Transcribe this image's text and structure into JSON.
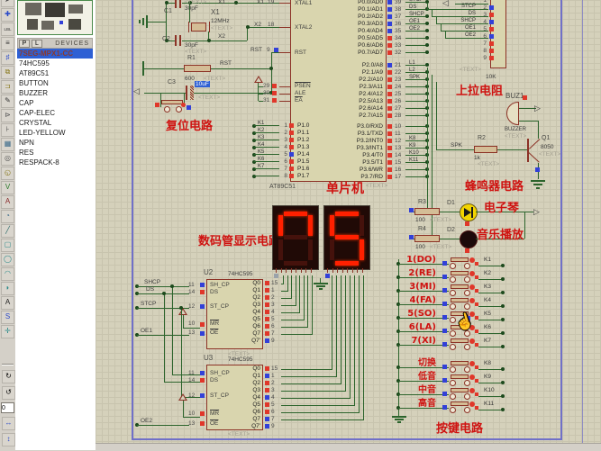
{
  "colors": {
    "wire": "#2c642c",
    "sheet_border": "#7070c8",
    "chip_fill": "#d9d5ae",
    "chip_border": "#8c3226",
    "red_label": "#cf1210",
    "selection": "#2e60d4",
    "lit_segment": "#ff2000",
    "dim_segment": "#45120c",
    "state_high": "#e0372a",
    "state_low": "#3240d8"
  },
  "text_placeholder": "<TEXT>",
  "toolbar": {
    "icons": [
      {
        "name": "selection-pointer-icon",
        "glyph": "➤",
        "color": "#444444"
      },
      {
        "name": "junction-dot-icon",
        "glyph": "✚",
        "color": "#2a49c8"
      },
      {
        "name": "wire-label-icon",
        "glyph": "LBL",
        "color": "#333333"
      },
      {
        "name": "text-script-icon",
        "glyph": "≡",
        "color": "#333333"
      },
      {
        "name": "bus-icon",
        "glyph": "♯",
        "color": "#2a49c8"
      },
      {
        "name": "subcircuit-icon",
        "glyph": "⧉",
        "color": "#8a7a20"
      },
      {
        "name": "component-icon",
        "glyph": "⊐",
        "color": "#8a7a20"
      },
      {
        "name": "instant-edit-icon",
        "glyph": "✎",
        "color": "#333333"
      },
      {
        "name": "terminal-icon",
        "glyph": "⊳",
        "color": "#555555"
      },
      {
        "name": "device-pin-icon",
        "glyph": "⊦",
        "color": "#555555"
      },
      {
        "name": "graph-icon",
        "glyph": "▦",
        "color": "#3a6a8a"
      },
      {
        "name": "tape-recorder-icon",
        "glyph": "◎",
        "color": "#555555"
      },
      {
        "name": "generator-icon",
        "glyph": "◵",
        "color": "#8a7a20"
      },
      {
        "name": "voltage-probe-icon",
        "glyph": "V",
        "color": "#2a7a2a"
      },
      {
        "name": "current-probe-icon",
        "glyph": "A",
        "color": "#8a2a2a"
      },
      {
        "name": "instrument-icon",
        "glyph": "◔",
        "color": "#3a6a8a"
      },
      {
        "name": "line-2d-icon",
        "glyph": "╱",
        "color": "#2a6a6a"
      },
      {
        "name": "box-2d-icon",
        "glyph": "▢",
        "color": "#2a8a8a"
      },
      {
        "name": "circle-2d-icon",
        "glyph": "◯",
        "color": "#2a8a8a"
      },
      {
        "name": "arc-2d-icon",
        "glyph": "◠",
        "color": "#2a8a8a"
      },
      {
        "name": "path-2d-icon",
        "glyph": "◗",
        "color": "#2a8a8a"
      },
      {
        "name": "text-2d-icon",
        "glyph": "A",
        "color": "#222222"
      },
      {
        "name": "symbol-2d-icon",
        "glyph": "S",
        "color": "#2a49c8"
      },
      {
        "name": "marker-2d-icon",
        "glyph": "✛",
        "color": "#2a8a8a"
      }
    ],
    "rotate_cw": "↻",
    "rotate_ccw": "↺",
    "angle_value": "0",
    "mirror_h": "↔",
    "mirror_v": "↕"
  },
  "panel": {
    "p_button": "P",
    "l_button": "L",
    "header": "DEVICES",
    "devices": [
      {
        "label": "7SEG-MPX1-CC",
        "selected": true
      },
      {
        "label": "74HC595"
      },
      {
        "label": "AT89C51"
      },
      {
        "label": "BUTTON"
      },
      {
        "label": "BUZZER"
      },
      {
        "label": "CAP"
      },
      {
        "label": "CAP-ELEC"
      },
      {
        "label": "CRYSTAL"
      },
      {
        "label": "LED-YELLOW"
      },
      {
        "label": "NPN"
      },
      {
        "label": "RES"
      },
      {
        "label": "RESPACK-8"
      }
    ]
  },
  "schematic": {
    "labels": {
      "reset": "复位电路",
      "mcu": "单片机",
      "pullup": "上拉电阻",
      "buzzer": "蜂鸣器电路",
      "epiano": "电子琴",
      "music": "音乐播放",
      "display": "数码管显示电路",
      "keypad": "按键电路"
    },
    "crystal": {
      "c1_ref": "C1",
      "c1_val": "30pF",
      "c2_ref": "C2",
      "c2_val": "30pF",
      "x1_ref": "X1",
      "x1_val": "12MHz",
      "net_x1": "X1",
      "net_x2": "X2"
    },
    "reset": {
      "r1_ref": "R1",
      "r1_val": "600",
      "c3_ref": "C3",
      "c3_val": "10uF",
      "net_rst": "RST"
    },
    "mcu": {
      "ref": "AT89C51",
      "misc_pins": [
        {
          "label": "XTAL1",
          "num": "19",
          "net": "X1"
        },
        {
          "label": "XTAL2",
          "num": "18",
          "net": "X2"
        },
        {
          "label": "RST",
          "num": "9",
          "net": "RST",
          "state": "blue"
        },
        {
          "label": "PSEN",
          "num": "29",
          "state": "red"
        },
        {
          "label": "ALE",
          "num": "30",
          "state": "red"
        },
        {
          "label": "EA",
          "num": "31",
          "state": "red"
        }
      ],
      "p1_pins": [
        {
          "label": "P1.0",
          "num": "1",
          "net": "K1",
          "state": "red"
        },
        {
          "label": "P1.1",
          "num": "2",
          "net": "K2",
          "state": "red"
        },
        {
          "label": "P1.2",
          "num": "3",
          "net": "K3",
          "state": "red"
        },
        {
          "label": "P1.3",
          "num": "4",
          "net": "K4",
          "state": "red"
        },
        {
          "label": "P1.4",
          "num": "5",
          "net": "K5",
          "state": "blue"
        },
        {
          "label": "P1.5",
          "num": "6",
          "net": "K6",
          "state": "red"
        },
        {
          "label": "P1.6",
          "num": "7",
          "net": "K7",
          "state": "red"
        },
        {
          "label": "P1.7",
          "num": "8",
          "state": "red"
        }
      ],
      "p0_pins": [
        {
          "label": "P0.0/AD0",
          "num": "39",
          "net": "STCP",
          "state": "blue"
        },
        {
          "label": "P0.1/AD1",
          "num": "38",
          "net": "DS",
          "state": "blue"
        },
        {
          "label": "P0.2/AD2",
          "num": "37",
          "net": "SHCP",
          "state": "blue"
        },
        {
          "label": "P0.3/AD3",
          "num": "36",
          "net": "OE1",
          "state": "blue"
        },
        {
          "label": "P0.4/AD4",
          "num": "35",
          "net": "OE2",
          "state": "blue"
        },
        {
          "label": "P0.5/AD5",
          "num": "34",
          "state": "red"
        },
        {
          "label": "P0.6/AD6",
          "num": "33",
          "state": "red"
        },
        {
          "label": "P0.7/AD7",
          "num": "32",
          "state": "red"
        }
      ],
      "p2_pins": [
        {
          "label": "P2.0/A8",
          "num": "21",
          "net": "L1",
          "state": "blue"
        },
        {
          "label": "P2.1/A9",
          "num": "22",
          "net": "L2",
          "state": "red"
        },
        {
          "label": "P2.2/A10",
          "num": "23",
          "net": "SPK",
          "state": "red"
        },
        {
          "label": "P2.3/A11",
          "num": "24",
          "state": "red"
        },
        {
          "label": "P2.4/A12",
          "num": "25",
          "state": "red"
        },
        {
          "label": "P2.5/A13",
          "num": "26",
          "state": "red"
        },
        {
          "label": "P2.6/A14",
          "num": "27",
          "state": "red"
        },
        {
          "label": "P2.7/A15",
          "num": "28",
          "state": "red"
        }
      ],
      "p3_pins": [
        {
          "label": "P3.0/RXD",
          "num": "10",
          "state": "red"
        },
        {
          "label": "P3.1/TXD",
          "num": "11",
          "state": "red"
        },
        {
          "label": "P3.2/INT0",
          "num": "12",
          "net": "K8",
          "state": "red"
        },
        {
          "label": "P3.3/INT1",
          "num": "13",
          "net": "K9",
          "state": "red"
        },
        {
          "label": "P3.4/T0",
          "num": "14",
          "net": "K10",
          "state": "red"
        },
        {
          "label": "P3.5/T1",
          "num": "15",
          "net": "K11",
          "state": "red"
        },
        {
          "label": "P3.6/WR",
          "num": "16",
          "state": "red"
        },
        {
          "label": "P3.7/RD",
          "num": "17",
          "state": "red"
        }
      ]
    },
    "rp": {
      "value": "10K",
      "pins": [
        {
          "num": "1"
        },
        {
          "num": "2",
          "net": "STCP",
          "state": "blue"
        },
        {
          "num": "3",
          "net": "DS",
          "state": "red"
        },
        {
          "num": "4",
          "net": "SHCP",
          "state": "blue"
        },
        {
          "num": "5",
          "net": "OE1",
          "state": "red"
        },
        {
          "num": "6",
          "net": "OE2",
          "state": "blue"
        },
        {
          "num": "7",
          "state": "red"
        },
        {
          "num": "8",
          "state": "red"
        },
        {
          "num": "9",
          "state": "red"
        }
      ]
    },
    "buzzer": {
      "ref": "BUZ1",
      "device": "BUZZER"
    },
    "r2": {
      "ref": "R2",
      "val": "1k",
      "net": "SPK"
    },
    "q1": {
      "ref": "Q1",
      "val": "8050"
    },
    "r3": {
      "ref": "R3",
      "val": "100"
    },
    "d1": {
      "ref": "D1"
    },
    "r4": {
      "ref": "R4",
      "val": "100"
    },
    "d2": {
      "ref": "D2"
    },
    "u2": {
      "ref": "U2",
      "device": "74HC595",
      "left_pins": [
        {
          "label": "SH_CP",
          "num": "11",
          "net": "SHCP",
          "state": "blue"
        },
        {
          "label": "DS",
          "num": "14",
          "net": "DS",
          "state": "red"
        },
        {
          "label": "ST_CP",
          "num": "12",
          "net": "STCP",
          "state": "blue"
        },
        {
          "label": "MR",
          "num": "10",
          "state": "red",
          "bar": true
        },
        {
          "label": "OE",
          "num": "13",
          "net": "OE1",
          "state": "blue",
          "bar": true
        }
      ],
      "right_pins": [
        {
          "label": "Q0",
          "num": "15",
          "state": "red"
        },
        {
          "label": "Q1",
          "num": "1",
          "state": "red"
        },
        {
          "label": "Q2",
          "num": "2",
          "state": "red"
        },
        {
          "label": "Q3",
          "num": "3",
          "state": "red"
        },
        {
          "label": "Q4",
          "num": "4",
          "state": "red"
        },
        {
          "label": "Q5",
          "num": "5",
          "state": "red"
        },
        {
          "label": "Q6",
          "num": "6",
          "state": "red"
        },
        {
          "label": "Q7",
          "num": "7",
          "state": "red"
        },
        {
          "label": "Q7'",
          "num": "9",
          "state": "blue"
        }
      ]
    },
    "u3": {
      "ref": "U3",
      "device": "74HC595",
      "left_pins": [
        {
          "label": "SH_CP",
          "num": "11",
          "state": "blue"
        },
        {
          "label": "DS",
          "num": "14",
          "state": "red"
        },
        {
          "label": "ST_CP",
          "num": "12",
          "state": "blue"
        },
        {
          "label": "MR",
          "num": "10",
          "state": "red",
          "bar": true
        },
        {
          "label": "OE",
          "num": "13",
          "net": "OE2",
          "state": "red",
          "bar": true
        }
      ],
      "right_pins": [
        {
          "label": "Q0",
          "num": "15",
          "state": "red"
        },
        {
          "label": "Q1",
          "num": "1",
          "state": "blue"
        },
        {
          "label": "Q2",
          "num": "2",
          "state": "red"
        },
        {
          "label": "Q3",
          "num": "3",
          "state": "red"
        },
        {
          "label": "Q4",
          "num": "4",
          "state": "blue"
        },
        {
          "label": "Q5",
          "num": "5",
          "state": "red"
        },
        {
          "label": "Q6",
          "num": "6",
          "state": "red"
        },
        {
          "label": "Q7",
          "num": "7",
          "state": "blue"
        },
        {
          "label": "Q7'",
          "num": "9",
          "state": "blue"
        }
      ]
    },
    "display": {
      "digits": [
        {
          "lit": [
            "a",
            "b",
            "f"
          ]
        },
        {
          "lit": [
            "a",
            "f",
            "g",
            "c",
            "d"
          ]
        }
      ],
      "left_pin_states": [
        "gray",
        "gray",
        "gray",
        "gray",
        "gray",
        "gray",
        "gray",
        "gray"
      ],
      "right_pin_states": [
        "blue",
        "red",
        "red",
        "red",
        "red",
        "red",
        "blue",
        "blue"
      ]
    },
    "keypad": {
      "note_keys": [
        {
          "label": "1(DO)",
          "net": "K1"
        },
        {
          "label": "2(RE)",
          "net": "K2"
        },
        {
          "label": "3(MI)",
          "net": "K3"
        },
        {
          "label": "4(FA)",
          "net": "K4"
        },
        {
          "label": "5(SO)",
          "net": "K5"
        },
        {
          "label": "6(LA)",
          "net": "K6"
        },
        {
          "label": "7(XI)",
          "net": "K7"
        }
      ],
      "func_keys": [
        {
          "label": "切换",
          "net": "K8"
        },
        {
          "label": "低音",
          "net": "K9"
        },
        {
          "label": "中音",
          "net": "K10"
        },
        {
          "label": "高音",
          "net": "K11"
        }
      ]
    }
  }
}
